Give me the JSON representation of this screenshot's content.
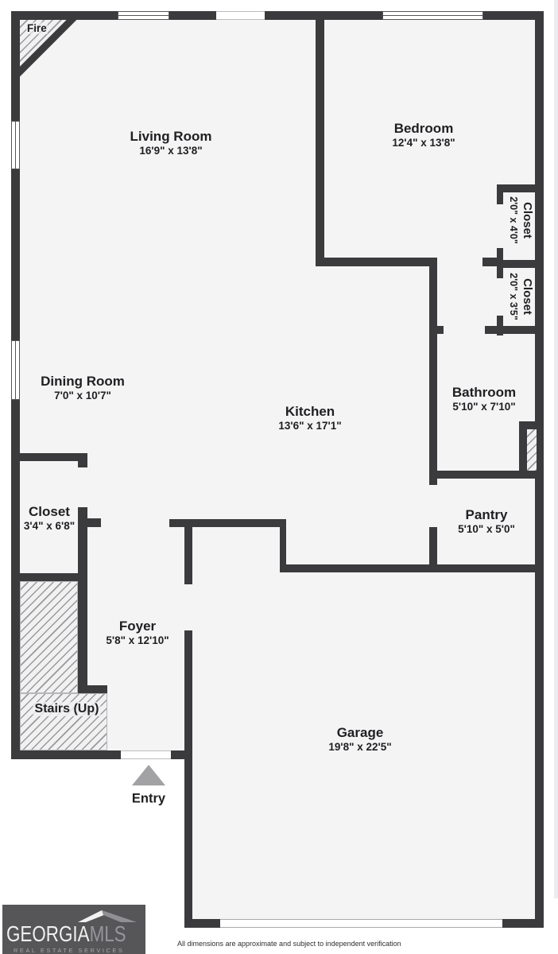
{
  "plan": {
    "rooms": {
      "living_room": {
        "name": "Living Room",
        "dims": "16'9\" x 13'8\""
      },
      "bedroom": {
        "name": "Bedroom",
        "dims": "12'4\" x 13'8\""
      },
      "closet_bedroom": {
        "name": "Closet",
        "dims": "2'0\" x 4'0\""
      },
      "closet_hall": {
        "name": "Closet",
        "dims": "2'0\" x 3'5\""
      },
      "dining_room": {
        "name": "Dining Room",
        "dims": "7'0\" x 10'7\""
      },
      "kitchen": {
        "name": "Kitchen",
        "dims": "13'6\" x 17'1\""
      },
      "bathroom": {
        "name": "Bathroom",
        "dims": "5'10\" x 7'10\""
      },
      "closet_dining": {
        "name": "Closet",
        "dims": "3'4\" x 6'8\""
      },
      "pantry": {
        "name": "Pantry",
        "dims": "5'10\" x 5'0\""
      },
      "foyer": {
        "name": "Foyer",
        "dims": "5'8\" x 12'10\""
      },
      "garage": {
        "name": "Garage",
        "dims": "19'8\" x 22'5\""
      }
    },
    "labels": {
      "fireplace": "Fire",
      "stairs": "Stairs (Up)",
      "entry": "Entry"
    }
  },
  "footer": {
    "logo": {
      "brand_primary": "GEORGIA",
      "brand_secondary": "MLS",
      "tagline": "REAL ESTATE SERVICES"
    },
    "disclaimer": "All dimensions are approximate and subject to independent verification"
  },
  "colors": {
    "wall": "#3b3b3d",
    "floor": "#f4f4f5",
    "logo_background": "#565659",
    "entry_arrow": "#a2a2a5"
  }
}
